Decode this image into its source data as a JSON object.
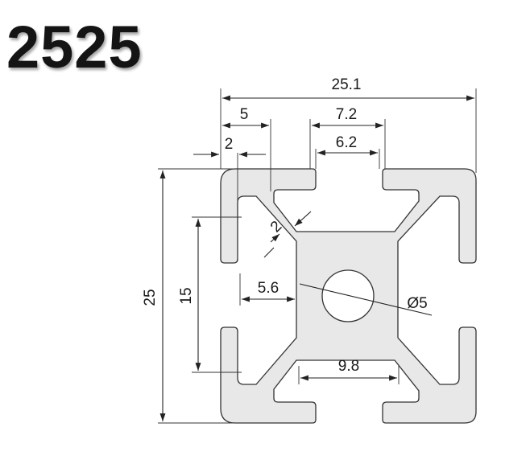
{
  "title": "2525",
  "profile_fill": "#e8e8e8",
  "profile_stroke": "#333333",
  "dims": {
    "overall_width": "25.1",
    "overall_height": "25",
    "corner_width": "5",
    "slot_outer": "7.2",
    "slot_inner": "6.2",
    "wall": "2",
    "inner_height": "15",
    "web": "2",
    "core_offset": "5.6",
    "bore": "Ø5",
    "core_width": "9.8"
  }
}
